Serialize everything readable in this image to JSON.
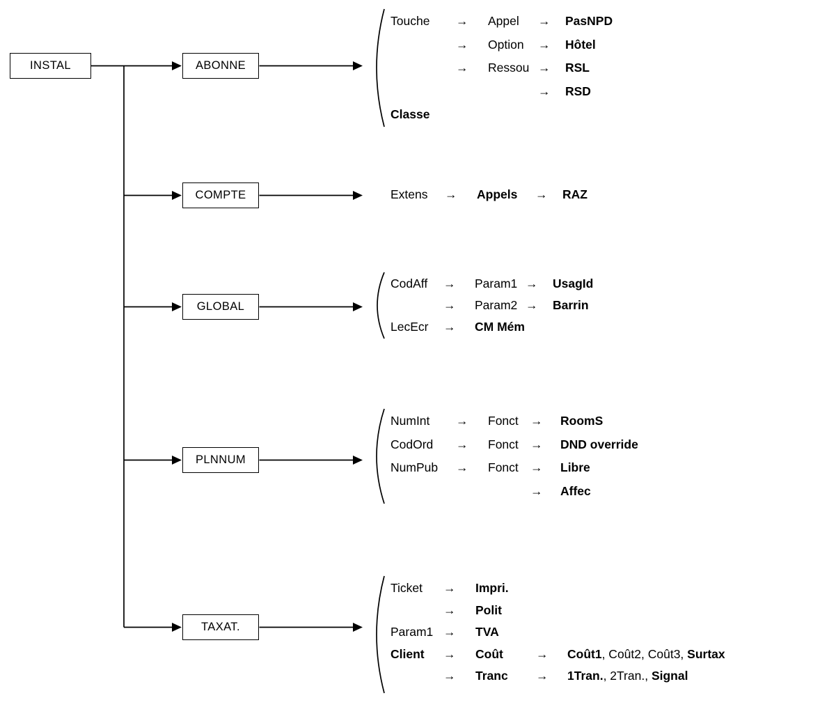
{
  "arrow_glyph": "→",
  "root": {
    "label": "INSTAL"
  },
  "branches": [
    {
      "box": "ABONNE",
      "rows": [
        [
          [
            {
              "t": "Touche"
            }
          ],
          [
            {
              "t": "→"
            }
          ],
          [
            {
              "t": "Appel"
            }
          ],
          [
            {
              "t": "→"
            }
          ],
          [
            {
              "t": "PasNPD",
              "b": true
            }
          ]
        ],
        [
          [],
          [
            {
              "t": "→"
            }
          ],
          [
            {
              "t": "Option"
            }
          ],
          [
            {
              "t": "→"
            }
          ],
          [
            {
              "t": "Hôtel",
              "b": true
            }
          ]
        ],
        [
          [],
          [
            {
              "t": "→"
            }
          ],
          [
            {
              "t": "Ressou"
            }
          ],
          [
            {
              "t": "→"
            }
          ],
          [
            {
              "t": "RSL",
              "b": true
            }
          ]
        ],
        [
          [],
          [],
          [],
          [
            {
              "t": "→"
            }
          ],
          [
            {
              "t": "RSD",
              "b": true
            }
          ]
        ],
        [
          [
            {
              "t": "Classe",
              "b": true
            }
          ],
          [],
          [],
          [],
          []
        ]
      ]
    },
    {
      "box": "COMPTE",
      "rows": [
        [
          [
            {
              "t": "Extens"
            }
          ],
          [
            {
              "t": "→"
            }
          ],
          [
            {
              "t": "Appels",
              "b": true
            }
          ],
          [
            {
              "t": "→"
            }
          ],
          [
            {
              "t": "RAZ",
              "b": true
            }
          ]
        ]
      ]
    },
    {
      "box": "GLOBAL",
      "rows": [
        [
          [
            {
              "t": "CodAff"
            }
          ],
          [
            {
              "t": "→"
            }
          ],
          [
            {
              "t": "Param1"
            }
          ],
          [
            {
              "t": "→"
            }
          ],
          [
            {
              "t": "UsagId",
              "b": true
            }
          ]
        ],
        [
          [],
          [
            {
              "t": "→"
            }
          ],
          [
            {
              "t": "Param2"
            }
          ],
          [
            {
              "t": "→"
            }
          ],
          [
            {
              "t": "Barrin",
              "b": true
            }
          ]
        ],
        [
          [
            {
              "t": "LecEcr"
            }
          ],
          [
            {
              "t": "→"
            }
          ],
          [
            {
              "t": "CM Mém",
              "b": true
            }
          ],
          [],
          []
        ]
      ]
    },
    {
      "box": "PLNNUM",
      "rows": [
        [
          [
            {
              "t": "NumInt"
            }
          ],
          [
            {
              "t": "→"
            }
          ],
          [
            {
              "t": "Fonct"
            }
          ],
          [
            {
              "t": "→"
            }
          ],
          [
            {
              "t": "RoomS",
              "b": true
            }
          ]
        ],
        [
          [
            {
              "t": "CodOrd"
            }
          ],
          [
            {
              "t": "→"
            }
          ],
          [
            {
              "t": "Fonct"
            }
          ],
          [
            {
              "t": "→"
            }
          ],
          [
            {
              "t": "DND override",
              "b": true
            }
          ]
        ],
        [
          [
            {
              "t": "NumPub"
            }
          ],
          [
            {
              "t": "→"
            }
          ],
          [
            {
              "t": "Fonct"
            }
          ],
          [
            {
              "t": "→"
            }
          ],
          [
            {
              "t": "Libre",
              "b": true
            }
          ]
        ],
        [
          [],
          [],
          [],
          [
            {
              "t": "→"
            }
          ],
          [
            {
              "t": "Affec",
              "b": true
            }
          ]
        ]
      ]
    },
    {
      "box": "TAXAT.",
      "rows": [
        [
          [
            {
              "t": "Ticket"
            }
          ],
          [
            {
              "t": "→"
            }
          ],
          [
            {
              "t": "Impri.",
              "b": true
            }
          ],
          [],
          []
        ],
        [
          [],
          [
            {
              "t": "→"
            }
          ],
          [
            {
              "t": "Polit",
              "b": true
            }
          ],
          [],
          []
        ],
        [
          [
            {
              "t": "Param1"
            }
          ],
          [
            {
              "t": "→"
            }
          ],
          [
            {
              "t": "TVA",
              "b": true
            }
          ],
          [],
          []
        ],
        [
          [
            {
              "t": "Client",
              "b": true
            }
          ],
          [
            {
              "t": "→"
            }
          ],
          [
            {
              "t": "Coût",
              "b": true
            }
          ],
          [
            {
              "t": "→"
            }
          ],
          [
            {
              "t": "Coût1",
              "b": true
            },
            {
              "t": ", Coût2, Coût3, "
            },
            {
              "t": "Surtax",
              "b": true
            }
          ]
        ],
        [
          [],
          [
            {
              "t": "→"
            }
          ],
          [
            {
              "t": "Tranc",
              "b": true
            }
          ],
          [
            {
              "t": "→"
            }
          ],
          [
            {
              "t": "1Tran.",
              "b": true
            },
            {
              "t": ", 2Tran., "
            },
            {
              "t": "Signal",
              "b": true
            }
          ]
        ]
      ]
    }
  ]
}
